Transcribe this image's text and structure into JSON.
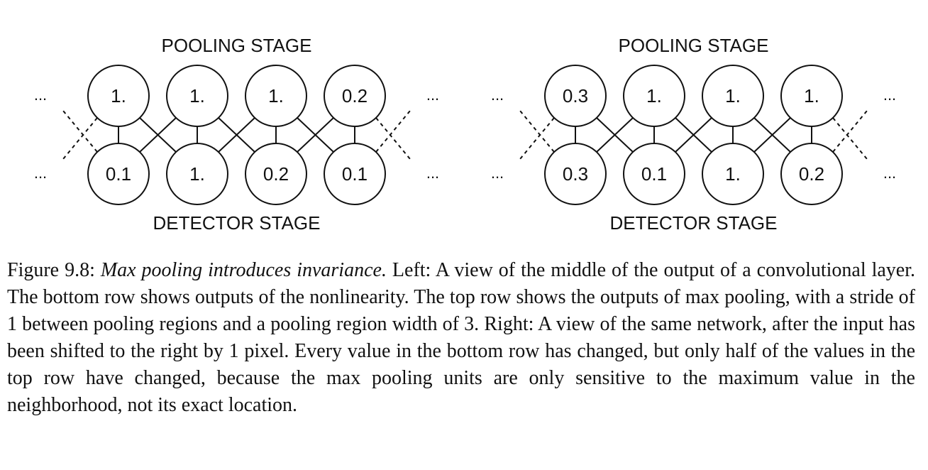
{
  "panels": [
    {
      "top_label": "POOLING STAGE",
      "bottom_label": "DETECTOR STAGE",
      "pooling_values": [
        "1.",
        "1.",
        "1.",
        "0.2"
      ],
      "detector_values": [
        "0.1",
        "1.",
        "0.2",
        "0.1"
      ]
    },
    {
      "top_label": "POOLING STAGE",
      "bottom_label": "DETECTOR STAGE",
      "pooling_values": [
        "0.3",
        "1.",
        "1.",
        "1."
      ],
      "detector_values": [
        "0.3",
        "0.1",
        "1.",
        "0.2"
      ]
    }
  ],
  "ellipsis": "...",
  "caption": {
    "label": "Figure 9.8:",
    "title": "Max pooling introduces invariance.",
    "text": "Left: A view of the middle of the output of a convolutional layer. The bottom row shows outputs of the nonlinearity. The top row shows the outputs of max pooling, with a stride of 1 between pooling regions and a pooling region width of 3. Right: A view of the same network, after the input has been shifted to the right by 1 pixel. Every value in the bottom row has changed, but only half of the values in the top row have changed, because the max pooling units are only sensitive to the maximum value in the neighborhood, not its exact location."
  }
}
